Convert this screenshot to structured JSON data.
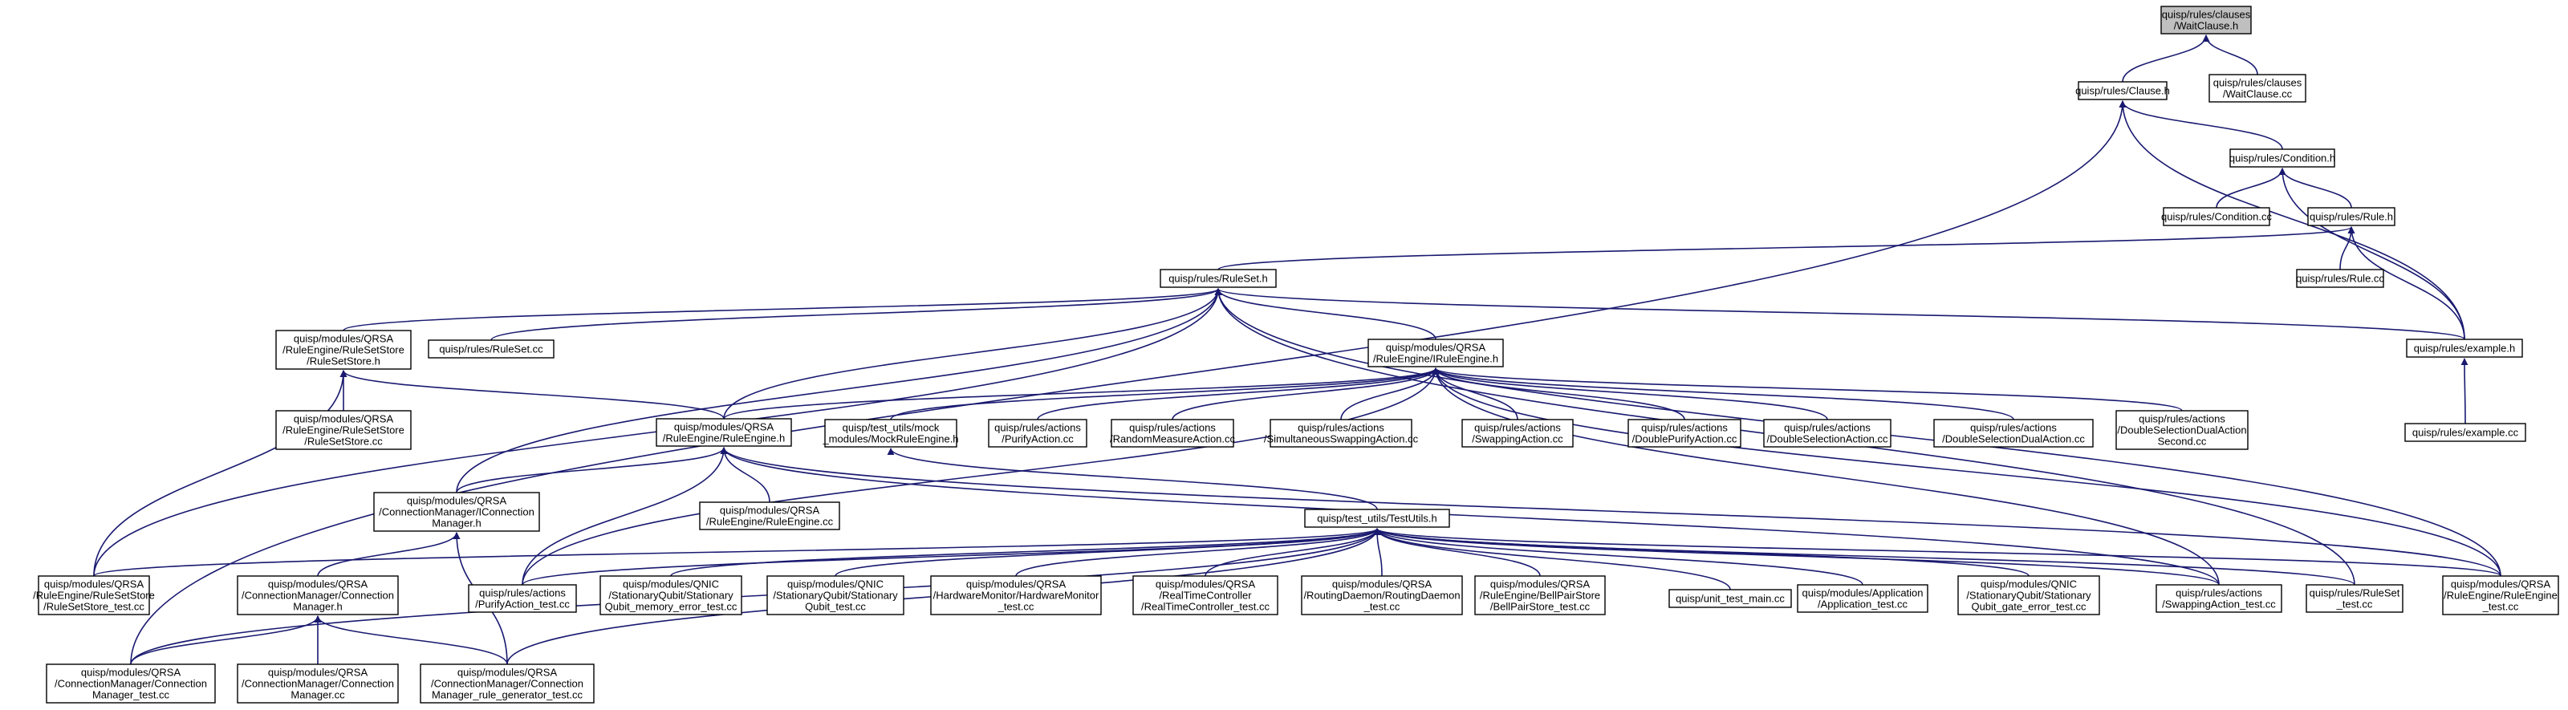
{
  "colors": {
    "edge": "#191970",
    "node_border": "#000000",
    "node_fill": "#ffffff",
    "highlight_fill": "#bfbfbf",
    "background": "#ffffff"
  },
  "nodes": [
    {
      "id": "waitclause_h",
      "lines": [
        "quisp/rules/clauses",
        "/WaitClause.h"
      ],
      "highlight": true
    },
    {
      "id": "clause_h",
      "lines": [
        "quisp/rules/Clause.h"
      ]
    },
    {
      "id": "waitclause_cc",
      "lines": [
        "quisp/rules/clauses",
        "/WaitClause.cc"
      ]
    },
    {
      "id": "condition_h",
      "lines": [
        "quisp/rules/Condition.h"
      ]
    },
    {
      "id": "condition_cc",
      "lines": [
        "quisp/rules/Condition.cc"
      ]
    },
    {
      "id": "rule_h",
      "lines": [
        "quisp/rules/Rule.h"
      ]
    },
    {
      "id": "rule_cc",
      "lines": [
        "quisp/rules/Rule.cc"
      ]
    },
    {
      "id": "ruleset_h",
      "lines": [
        "quisp/rules/RuleSet.h"
      ]
    },
    {
      "id": "example_h",
      "lines": [
        "quisp/rules/example.h"
      ]
    },
    {
      "id": "example_cc",
      "lines": [
        "quisp/rules/example.cc"
      ]
    },
    {
      "id": "rulesetstore_h",
      "lines": [
        "quisp/modules/QRSA",
        "/RuleEngine/RuleSetStore",
        "/RuleSetStore.h"
      ]
    },
    {
      "id": "ruleset_cc",
      "lines": [
        "quisp/rules/RuleSet.cc"
      ]
    },
    {
      "id": "iruleengine_h",
      "lines": [
        "quisp/modules/QRSA",
        "/RuleEngine/IRuleEngine.h"
      ]
    },
    {
      "id": "rulesetstore_cc",
      "lines": [
        "quisp/modules/QRSA",
        "/RuleEngine/RuleSetStore",
        "/RuleSetStore.cc"
      ]
    },
    {
      "id": "ruleengine_h",
      "lines": [
        "quisp/modules/QRSA",
        "/RuleEngine/RuleEngine.h"
      ]
    },
    {
      "id": "mockruleengine_h",
      "lines": [
        "quisp/test_utils/mock",
        "_modules/MockRuleEngine.h"
      ]
    },
    {
      "id": "purifyaction_cc",
      "lines": [
        "quisp/rules/actions",
        "/PurifyAction.cc"
      ]
    },
    {
      "id": "randommeasureaction_cc",
      "lines": [
        "quisp/rules/actions",
        "/RandomMeasureAction.cc"
      ]
    },
    {
      "id": "simultaneousswappingaction_cc",
      "lines": [
        "quisp/rules/actions",
        "/SimultaneousSwappingAction.cc"
      ]
    },
    {
      "id": "swappingaction_cc",
      "lines": [
        "quisp/rules/actions",
        "/SwappingAction.cc"
      ]
    },
    {
      "id": "doublepurifyaction_cc",
      "lines": [
        "quisp/rules/actions",
        "/DoublePurifyAction.cc"
      ]
    },
    {
      "id": "doubleselectionaction_cc",
      "lines": [
        "quisp/rules/actions",
        "/DoubleSelectionAction.cc"
      ]
    },
    {
      "id": "doubleselectiondualaction_cc",
      "lines": [
        "quisp/rules/actions",
        "/DoubleSelectionDualAction.cc"
      ]
    },
    {
      "id": "doubleselectiondualactionsecond_cc",
      "lines": [
        "quisp/rules/actions",
        "/DoubleSelectionDualAction",
        "Second.cc"
      ]
    },
    {
      "id": "iconnectionmanager_h",
      "lines": [
        "quisp/modules/QRSA",
        "/ConnectionManager/IConnection",
        "Manager.h"
      ]
    },
    {
      "id": "ruleengine_cc",
      "lines": [
        "quisp/modules/QRSA",
        "/RuleEngine/RuleEngine.cc"
      ]
    },
    {
      "id": "testutils_h",
      "lines": [
        "quisp/test_utils/TestUtils.h"
      ]
    },
    {
      "id": "rulesetstore_test_cc",
      "lines": [
        "quisp/modules/QRSA",
        "/RuleEngine/RuleSetStore",
        "/RuleSetStore_test.cc"
      ]
    },
    {
      "id": "connectionmanager_h",
      "lines": [
        "quisp/modules/QRSA",
        "/ConnectionManager/Connection",
        "Manager.h"
      ]
    },
    {
      "id": "purifyaction_test_cc",
      "lines": [
        "quisp/rules/actions",
        "/PurifyAction_test.cc"
      ]
    },
    {
      "id": "memory_error_test_cc",
      "lines": [
        "quisp/modules/QNIC",
        "/StationaryQubit/Stationary",
        "Qubit_memory_error_test.cc"
      ]
    },
    {
      "id": "stationaryqubit_test_cc",
      "lines": [
        "quisp/modules/QNIC",
        "/StationaryQubit/Stationary",
        "Qubit_test.cc"
      ]
    },
    {
      "id": "hardwaremonitor_test_cc",
      "lines": [
        "quisp/modules/QRSA",
        "/HardwareMonitor/HardwareMonitor",
        "_test.cc"
      ]
    },
    {
      "id": "realtimecontroller_test_cc",
      "lines": [
        "quisp/modules/QRSA",
        "/RealTimeController",
        "/RealTimeController_test.cc"
      ]
    },
    {
      "id": "routingdaemon_test_cc",
      "lines": [
        "quisp/modules/QRSA",
        "/RoutingDaemon/RoutingDaemon",
        "_test.cc"
      ]
    },
    {
      "id": "bellpairstore_test_cc",
      "lines": [
        "quisp/modules/QRSA",
        "/RuleEngine/BellPairStore",
        "/BellPairStore_test.cc"
      ]
    },
    {
      "id": "unit_test_main_cc",
      "lines": [
        "quisp/unit_test_main.cc"
      ]
    },
    {
      "id": "application_test_cc",
      "lines": [
        "quisp/modules/Application",
        "/Application_test.cc"
      ]
    },
    {
      "id": "gate_error_test_cc",
      "lines": [
        "quisp/modules/QNIC",
        "/StationaryQubit/Stationary",
        "Qubit_gate_error_test.cc"
      ]
    },
    {
      "id": "swappingaction_test_cc",
      "lines": [
        "quisp/rules/actions",
        "/SwappingAction_test.cc"
      ]
    },
    {
      "id": "ruleset_test_cc",
      "lines": [
        "quisp/rules/RuleSet",
        "_test.cc"
      ]
    },
    {
      "id": "ruleengine_test_cc",
      "lines": [
        "quisp/modules/QRSA",
        "/RuleEngine/RuleEngine",
        "_test.cc"
      ]
    },
    {
      "id": "connectionmanager_test_cc",
      "lines": [
        "quisp/modules/QRSA",
        "/ConnectionManager/Connection",
        "Manager_test.cc"
      ]
    },
    {
      "id": "connectionmanager_cc",
      "lines": [
        "quisp/modules/QRSA",
        "/ConnectionManager/Connection",
        "Manager.cc"
      ]
    },
    {
      "id": "rule_generator_test_cc",
      "lines": [
        "quisp/modules/QRSA",
        "/ConnectionManager/Connection",
        "Manager_rule_generator_test.cc"
      ]
    }
  ],
  "edges": [
    {
      "from": "clause_h",
      "to": "waitclause_h"
    },
    {
      "from": "waitclause_cc",
      "to": "waitclause_h"
    },
    {
      "from": "condition_h",
      "to": "clause_h"
    },
    {
      "from": "example_h",
      "to": "clause_h"
    },
    {
      "from": "connectionmanager_test_cc",
      "to": "clause_h"
    },
    {
      "from": "condition_cc",
      "to": "condition_h"
    },
    {
      "from": "rule_h",
      "to": "condition_h"
    },
    {
      "from": "example_h",
      "to": "condition_h"
    },
    {
      "from": "ruleset_h",
      "to": "rule_h"
    },
    {
      "from": "rule_cc",
      "to": "rule_h"
    },
    {
      "from": "example_h",
      "to": "rule_h"
    },
    {
      "from": "example_h",
      "to": "ruleset_h"
    },
    {
      "from": "rulesetstore_h",
      "to": "ruleset_h"
    },
    {
      "from": "ruleset_cc",
      "to": "ruleset_h"
    },
    {
      "from": "iruleengine_h",
      "to": "ruleset_h"
    },
    {
      "from": "ruleengine_h",
      "to": "ruleset_h"
    },
    {
      "from": "iconnectionmanager_h",
      "to": "ruleset_h"
    },
    {
      "from": "rulesetstore_test_cc",
      "to": "ruleset_h"
    },
    {
      "from": "ruleengine_test_cc",
      "to": "ruleset_h"
    },
    {
      "from": "ruleset_test_cc",
      "to": "ruleset_h"
    },
    {
      "from": "example_cc",
      "to": "example_h"
    },
    {
      "from": "rulesetstore_cc",
      "to": "rulesetstore_h"
    },
    {
      "from": "ruleengine_h",
      "to": "rulesetstore_h"
    },
    {
      "from": "rulesetstore_test_cc",
      "to": "rulesetstore_h"
    },
    {
      "from": "ruleengine_h",
      "to": "iruleengine_h"
    },
    {
      "from": "mockruleengine_h",
      "to": "iruleengine_h"
    },
    {
      "from": "purifyaction_cc",
      "to": "iruleengine_h"
    },
    {
      "from": "randommeasureaction_cc",
      "to": "iruleengine_h"
    },
    {
      "from": "simultaneousswappingaction_cc",
      "to": "iruleengine_h"
    },
    {
      "from": "swappingaction_cc",
      "to": "iruleengine_h"
    },
    {
      "from": "doublepurifyaction_cc",
      "to": "iruleengine_h"
    },
    {
      "from": "doubleselectionaction_cc",
      "to": "iruleengine_h"
    },
    {
      "from": "doubleselectiondualaction_cc",
      "to": "iruleengine_h"
    },
    {
      "from": "doubleselectiondualactionsecond_cc",
      "to": "iruleengine_h"
    },
    {
      "from": "purifyaction_test_cc",
      "to": "iruleengine_h"
    },
    {
      "from": "swappingaction_test_cc",
      "to": "iruleengine_h"
    },
    {
      "from": "ruleengine_test_cc",
      "to": "iruleengine_h"
    },
    {
      "from": "iconnectionmanager_h",
      "to": "ruleengine_h"
    },
    {
      "from": "ruleengine_cc",
      "to": "ruleengine_h"
    },
    {
      "from": "purifyaction_test_cc",
      "to": "ruleengine_h"
    },
    {
      "from": "swappingaction_test_cc",
      "to": "ruleengine_h"
    },
    {
      "from": "ruleengine_test_cc",
      "to": "ruleengine_h"
    },
    {
      "from": "testutils_h",
      "to": "mockruleengine_h"
    },
    {
      "from": "connectionmanager_h",
      "to": "iconnectionmanager_h"
    },
    {
      "from": "rule_generator_test_cc",
      "to": "iconnectionmanager_h"
    },
    {
      "from": "rulesetstore_test_cc",
      "to": "testutils_h"
    },
    {
      "from": "connectionmanager_test_cc",
      "to": "testutils_h"
    },
    {
      "from": "purifyaction_test_cc",
      "to": "testutils_h"
    },
    {
      "from": "memory_error_test_cc",
      "to": "testutils_h"
    },
    {
      "from": "stationaryqubit_test_cc",
      "to": "testutils_h"
    },
    {
      "from": "hardwaremonitor_test_cc",
      "to": "testutils_h"
    },
    {
      "from": "realtimecontroller_test_cc",
      "to": "testutils_h"
    },
    {
      "from": "routingdaemon_test_cc",
      "to": "testutils_h"
    },
    {
      "from": "bellpairstore_test_cc",
      "to": "testutils_h"
    },
    {
      "from": "unit_test_main_cc",
      "to": "testutils_h"
    },
    {
      "from": "application_test_cc",
      "to": "testutils_h"
    },
    {
      "from": "gate_error_test_cc",
      "to": "testutils_h"
    },
    {
      "from": "swappingaction_test_cc",
      "to": "testutils_h"
    },
    {
      "from": "ruleset_test_cc",
      "to": "testutils_h"
    },
    {
      "from": "ruleengine_test_cc",
      "to": "testutils_h"
    },
    {
      "from": "rule_generator_test_cc",
      "to": "testutils_h"
    },
    {
      "from": "connectionmanager_test_cc",
      "to": "connectionmanager_h"
    },
    {
      "from": "connectionmanager_cc",
      "to": "connectionmanager_h"
    },
    {
      "from": "rule_generator_test_cc",
      "to": "connectionmanager_h"
    }
  ]
}
